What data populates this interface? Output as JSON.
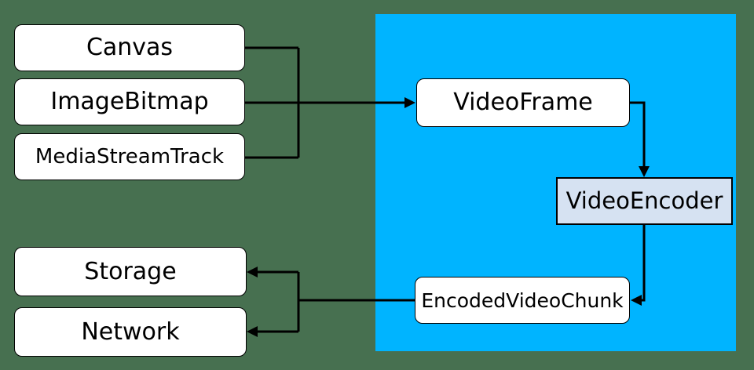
{
  "colors": {
    "background": "#477050",
    "panel": "#00b4ff",
    "box_fill": "#ffffff",
    "encoder_fill": "#d6e2f2",
    "connector": "#000000",
    "text": "#000000"
  },
  "nodes": {
    "canvas": {
      "label": "Canvas"
    },
    "image_bitmap": {
      "label": "ImageBitmap"
    },
    "media_stream_track": {
      "label": "MediaStreamTrack"
    },
    "video_frame": {
      "label": "VideoFrame"
    },
    "video_encoder": {
      "label": "VideoEncoder"
    },
    "encoded_video_chunk": {
      "label": "EncodedVideoChunk"
    },
    "storage": {
      "label": "Storage"
    },
    "network": {
      "label": "Network"
    }
  },
  "edges": [
    {
      "from": "canvas",
      "to": "video_frame"
    },
    {
      "from": "image_bitmap",
      "to": "video_frame"
    },
    {
      "from": "media_stream_track",
      "to": "video_frame"
    },
    {
      "from": "video_frame",
      "to": "video_encoder"
    },
    {
      "from": "video_encoder",
      "to": "encoded_video_chunk"
    },
    {
      "from": "encoded_video_chunk",
      "to": "storage"
    },
    {
      "from": "encoded_video_chunk",
      "to": "network"
    }
  ]
}
